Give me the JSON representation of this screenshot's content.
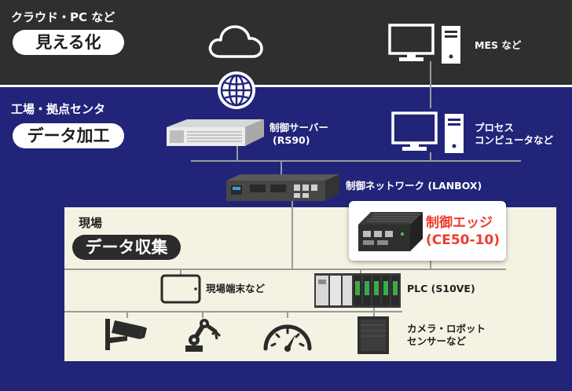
{
  "zones": {
    "cloud": {
      "title": "クラウド・PC など",
      "badge": "見える化"
    },
    "center": {
      "title": "工場・拠点センタ",
      "badge": "データ加工"
    },
    "site": {
      "title": "現場",
      "badge": "データ収集"
    }
  },
  "devices": {
    "mes": "MES など",
    "server_line1": "制御サーバー",
    "server_line2": "(RS90)",
    "computer_line1": "プロセス",
    "computer_line2": "コンピュータなど",
    "network": "制御ネットワーク (LANBOX)",
    "edge_line1": "制御エッジ",
    "edge_line2": "(CE50-10)",
    "tablet": "現場端末など",
    "plc": "PLC (S10VE)",
    "camera_line1": "カメラ・ロボット",
    "camera_line2": "センサーなど"
  },
  "colors": {
    "cloud_bg": "#2f2f2f",
    "center_bg": "#22247a",
    "site_bg": "#f4f2e2",
    "edge_accent": "#ee3a2c"
  },
  "icons": [
    "cloud-icon",
    "globe-icon",
    "monitor-icon",
    "tower-pc-icon",
    "server-icon",
    "network-switch-icon",
    "edge-box-icon",
    "tablet-icon",
    "plc-icon",
    "camera-icon",
    "robot-arm-icon",
    "gauge-icon",
    "sensor-box-icon"
  ]
}
